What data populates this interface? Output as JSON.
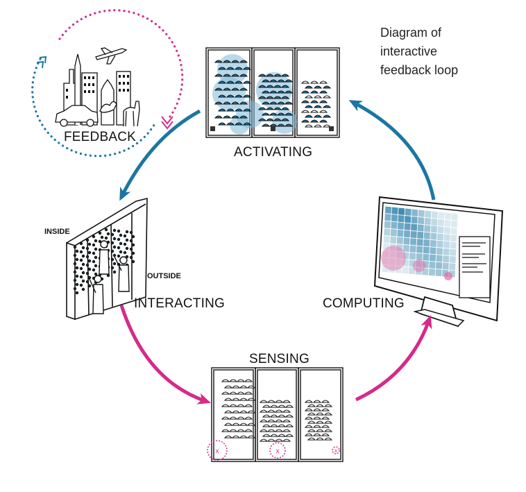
{
  "title": {
    "lines": [
      "Diagram of",
      "interactive",
      "feedback loop"
    ]
  },
  "stages": {
    "feedback": "FEEDBACK",
    "activating": "ACTIVATING",
    "interacting": "INTERACTING",
    "computing": "COMPUTING",
    "sensing": "SENSING"
  },
  "annotations": {
    "inside": "INSIDE",
    "outside": "OUTSIDE"
  },
  "sensor_marks": [
    "x",
    "x",
    "x"
  ],
  "colors": {
    "blue": "#1b76a3",
    "magenta": "#d62a8a",
    "lightblue": "#7fb9d8",
    "ink": "#111111"
  }
}
